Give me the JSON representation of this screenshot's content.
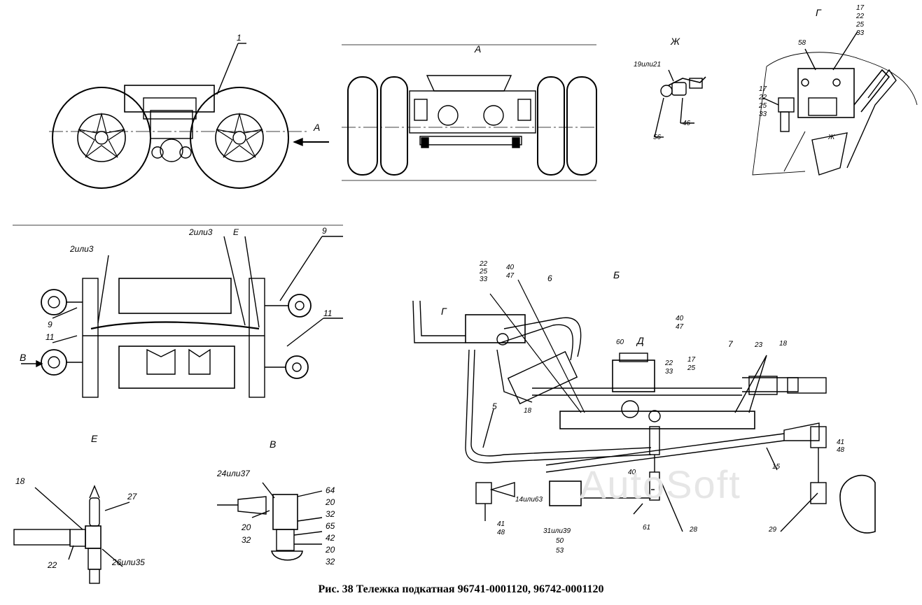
{
  "caption": "Рис. 38 Тележка подкатная 96741-0001120, 96742-0001120",
  "watermark": "AutoSoft",
  "views": {
    "A": "А",
    "B": "Б",
    "V": "В",
    "G": "Г",
    "D": "Д",
    "E": "Е",
    "Zh": "Ж"
  },
  "labels": {
    "l1": "1",
    "l2ili3_a": "2или3",
    "l2ili3_b": "2или3",
    "l5": "5",
    "l6": "6",
    "l7": "7",
    "l9_a": "9",
    "l9_b": "9",
    "l11_a": "11",
    "l11_b": "11",
    "l14ili63": "14или63",
    "l15": "15",
    "l17_g": "17",
    "l17_b": "17",
    "l18_b": "18",
    "l18_e": "18",
    "l18_c": "18",
    "l19ili21": "19или21",
    "l22_e": "22",
    "l23": "23",
    "l24ili37": "24или37",
    "l26ili35": "26или35",
    "l27": "27",
    "l28": "28",
    "l29": "29",
    "l31ili39": "31или39",
    "l40_a": "40",
    "l40_b": "40",
    "l40_c": "40",
    "l41_a": "41",
    "l41_b": "41",
    "l46": "46",
    "l56": "56",
    "l58": "58",
    "l60": "60",
    "l61": "61",
    "l64": "64",
    "l65": "65",
    "l42": "42"
  },
  "stacks": {
    "g_top": [
      "17",
      "22",
      "25",
      "33"
    ],
    "g_left": [
      "17",
      "22",
      "25",
      "33"
    ],
    "b_22": [
      "22",
      "25",
      "33"
    ],
    "b_40a": [
      "40",
      "47"
    ],
    "b_40b": [
      "40",
      "47"
    ],
    "b_2233": [
      "22",
      "33"
    ],
    "b_1725": [
      "17",
      "25"
    ],
    "b_4148a": [
      "41",
      "48"
    ],
    "b_4148b": [
      "41",
      "48"
    ],
    "b_3139": [
      "31или39",
      "50",
      "53"
    ],
    "v_64": [
      "64",
      "20",
      "32",
      "65",
      "42",
      "20",
      "32"
    ],
    "v_2032": [
      "20",
      "32"
    ]
  }
}
